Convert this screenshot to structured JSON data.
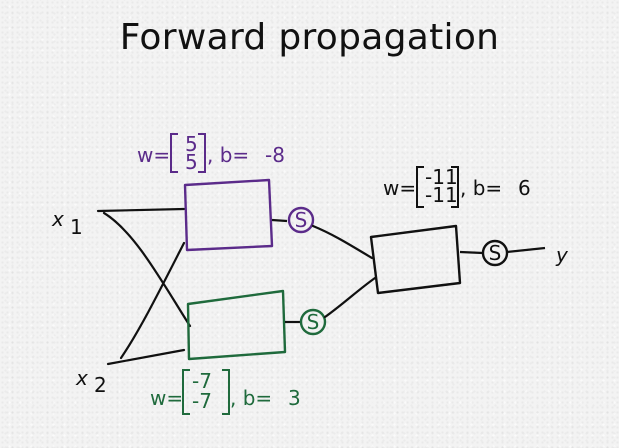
{
  "title": "Forward propagation",
  "inputs": {
    "x1": {
      "base": "x",
      "sub": "1"
    },
    "x2": {
      "base": "x",
      "sub": "2"
    }
  },
  "output": {
    "label": "y"
  },
  "neurons": {
    "top": {
      "w_label": "w=",
      "w": [
        "5",
        "5"
      ],
      "b_label": ", b=",
      "b": "-8",
      "activation": "S",
      "color": "#5b2b8a"
    },
    "bottom": {
      "w_label": "w=",
      "w": [
        "-7",
        "-7"
      ],
      "b_label": ", b=",
      "b": "3",
      "activation": "S",
      "color": "#1f6a3c"
    },
    "out": {
      "w_label": "w=",
      "w": [
        "-11",
        "-11"
      ],
      "b_label": ", b=",
      "b": "6",
      "activation": "S",
      "color": "#111111"
    }
  }
}
